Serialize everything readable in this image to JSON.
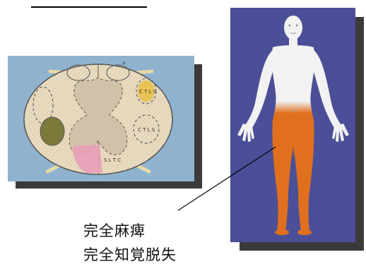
{
  "diagram": {
    "spinal_cross_section": {
      "tract_labels": {
        "lateral_corticospinal": "C T L S",
        "spinothalamic": "S L T C"
      }
    },
    "captions": {
      "line1": "完全麻痺",
      "line2": "完全知覚脱失"
    },
    "colors": {
      "spine_background": "#8fb3cf",
      "cord": "#e9dcc0",
      "gray_matter": "#cfc2a9",
      "motor_tract": "#7b7a3a",
      "sensory_tract": "#e8a0b8",
      "yellow_tract": "#e8c04a",
      "body_background": "#4b4f97",
      "affected_region": "#e0701e",
      "skin": "#f2f2f2"
    }
  }
}
